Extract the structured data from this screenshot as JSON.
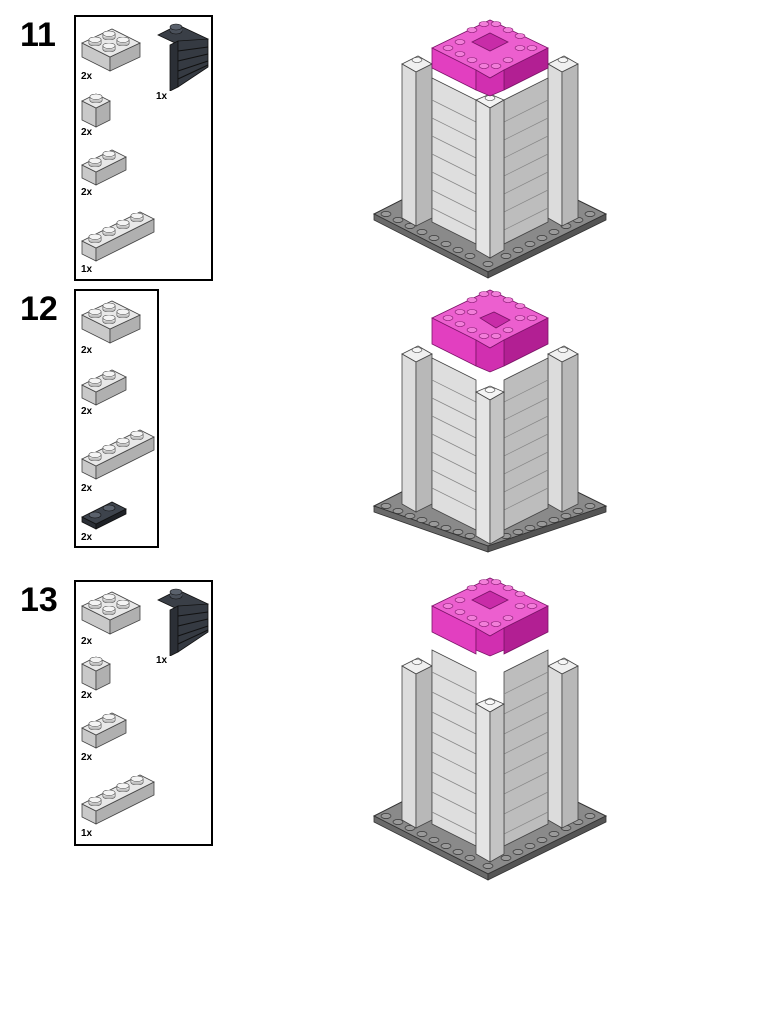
{
  "steps": [
    {
      "number": "11",
      "parts": [
        {
          "icon": "brick-2x2-light-gray-icon",
          "qty": "2x"
        },
        {
          "icon": "ladder-piece-black-icon",
          "qty": "1x"
        },
        {
          "icon": "brick-1x1-light-gray-icon",
          "qty": "2x"
        },
        {
          "icon": "brick-1x2-light-gray-icon",
          "qty": "2x"
        },
        {
          "icon": "brick-1x4-light-gray-icon",
          "qty": "1x"
        }
      ]
    },
    {
      "number": "12",
      "parts": [
        {
          "icon": "brick-2x2-light-gray-icon",
          "qty": "2x"
        },
        {
          "icon": "brick-1x2-light-gray-icon",
          "qty": "2x"
        },
        {
          "icon": "brick-1x4-light-gray-icon",
          "qty": "2x"
        },
        {
          "icon": "plate-1x2-black-icon",
          "qty": "2x"
        }
      ]
    },
    {
      "number": "13",
      "parts": [
        {
          "icon": "brick-2x2-light-gray-icon",
          "qty": "2x"
        },
        {
          "icon": "ladder-piece-black-icon",
          "qty": "1x"
        },
        {
          "icon": "brick-1x1-light-gray-icon",
          "qty": "2x"
        },
        {
          "icon": "brick-1x2-light-gray-icon",
          "qty": "2x"
        },
        {
          "icon": "brick-1x4-light-gray-icon",
          "qty": "1x"
        }
      ]
    }
  ],
  "colors": {
    "light_gray": "#d9d9d9",
    "mid_gray": "#a8a8a8",
    "dark_gray": "#6e6e6e",
    "magenta": "#e23fc0",
    "magenta_dark": "#b21f93",
    "black_part": "#2b2f36"
  }
}
